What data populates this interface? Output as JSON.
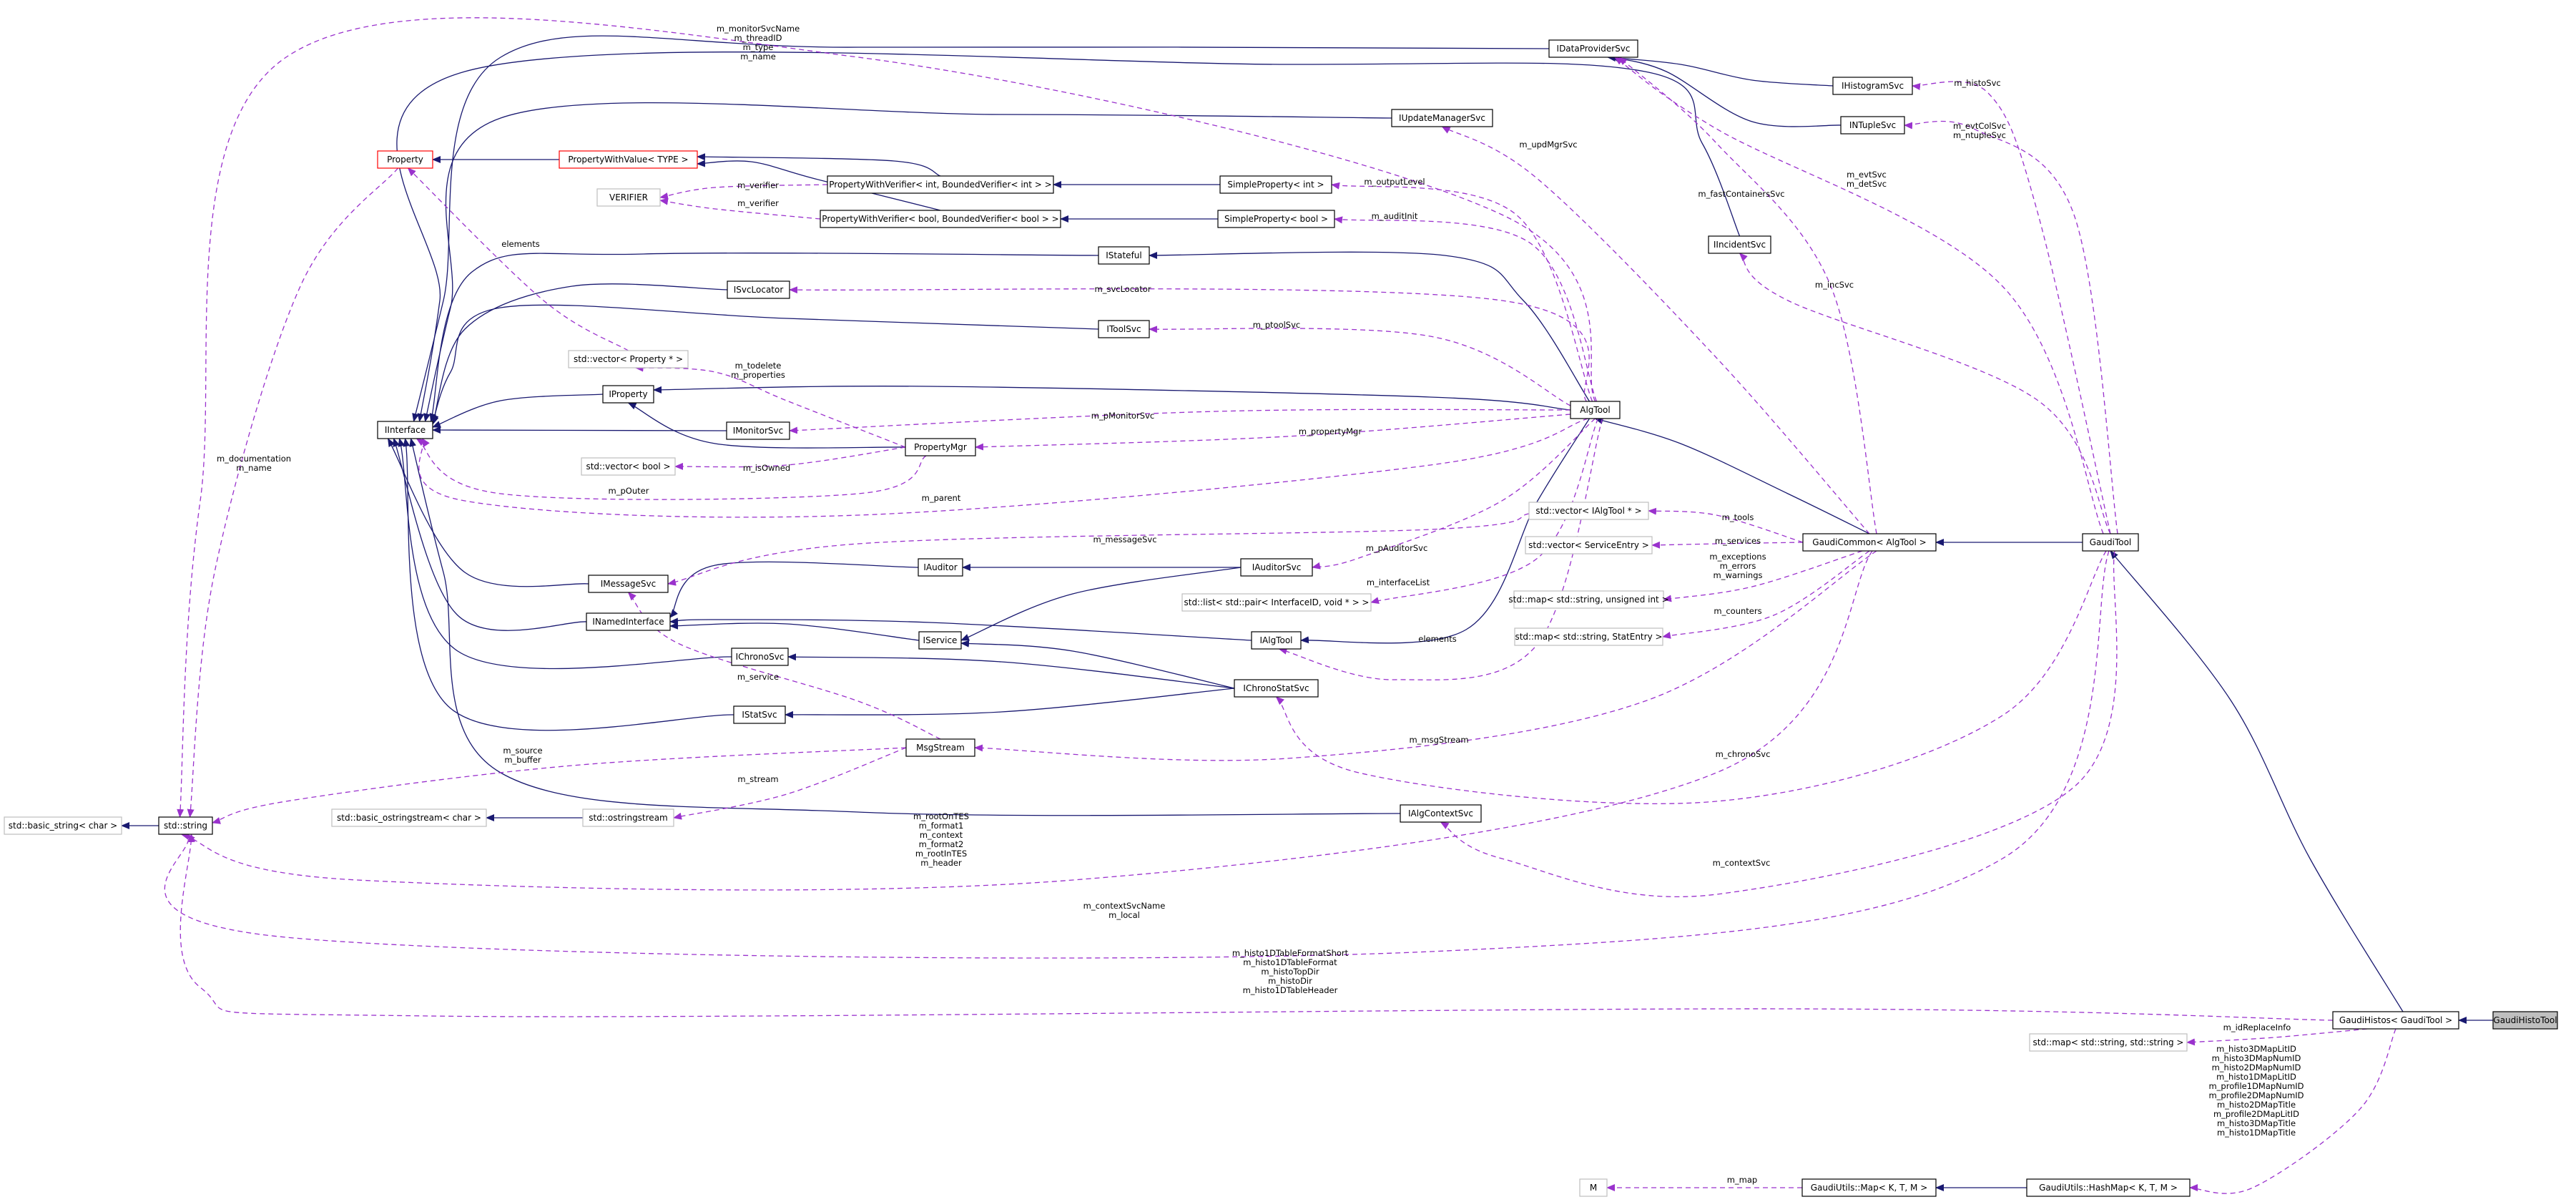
{
  "colors": {
    "inherit": "#191970",
    "usage": "#9a32cd",
    "node_border": "#000000",
    "template_border": "#bfbfbf",
    "undocumented_border": "#ff0000",
    "focus_fill": "#bfbfbf"
  },
  "nodes": [
    {
      "id": "GaudiHistoTool",
      "label": "GaudiHistoTool",
      "kind": "focus"
    },
    {
      "id": "GaudiHistos",
      "label": "GaudiHistos< GaudiTool >",
      "kind": "normal"
    },
    {
      "id": "GaudiTool",
      "label": "GaudiTool",
      "kind": "normal"
    },
    {
      "id": "GaudiCommon",
      "label": "GaudiCommon< AlgTool >",
      "kind": "normal"
    },
    {
      "id": "AlgTool",
      "label": "AlgTool",
      "kind": "normal"
    },
    {
      "id": "IDataProviderSvc",
      "label": "IDataProviderSvc",
      "kind": "normal"
    },
    {
      "id": "IHistogramSvc",
      "label": "IHistogramSvc",
      "kind": "normal"
    },
    {
      "id": "INTupleSvc",
      "label": "INTupleSvc",
      "kind": "normal"
    },
    {
      "id": "IIncidentSvc",
      "label": "IIncidentSvc",
      "kind": "normal"
    },
    {
      "id": "IUpdateManagerSvc",
      "label": "IUpdateManagerSvc",
      "kind": "normal"
    },
    {
      "id": "Property",
      "label": "Property",
      "kind": "undocumented"
    },
    {
      "id": "PropertyWithValue",
      "label": "PropertyWithValue< TYPE >",
      "kind": "undocumented"
    },
    {
      "id": "PWVint",
      "label": "PropertyWithVerifier< int, BoundedVerifier< int > >",
      "kind": "normal"
    },
    {
      "id": "PWVbool",
      "label": "PropertyWithVerifier< bool, BoundedVerifier< bool > >",
      "kind": "normal"
    },
    {
      "id": "SPint",
      "label": "SimpleProperty< int >",
      "kind": "normal"
    },
    {
      "id": "SPbool",
      "label": "SimpleProperty< bool >",
      "kind": "normal"
    },
    {
      "id": "VERIFIER",
      "label": "VERIFIER",
      "kind": "template"
    },
    {
      "id": "IStateful",
      "label": "IStateful",
      "kind": "normal"
    },
    {
      "id": "ISvcLocator",
      "label": "ISvcLocator",
      "kind": "normal"
    },
    {
      "id": "IToolSvc",
      "label": "IToolSvc",
      "kind": "normal"
    },
    {
      "id": "VecProp",
      "label": "std::vector< Property * >",
      "kind": "template"
    },
    {
      "id": "IProperty",
      "label": "IProperty",
      "kind": "normal"
    },
    {
      "id": "IInterface",
      "label": "IInterface",
      "kind": "normal"
    },
    {
      "id": "IMonitorSvc",
      "label": "IMonitorSvc",
      "kind": "normal"
    },
    {
      "id": "PropertyMgr",
      "label": "PropertyMgr",
      "kind": "normal"
    },
    {
      "id": "VecBool",
      "label": "std::vector< bool >",
      "kind": "template"
    },
    {
      "id": "IMessageSvc",
      "label": "IMessageSvc",
      "kind": "normal"
    },
    {
      "id": "IAuditor",
      "label": "IAuditor",
      "kind": "normal"
    },
    {
      "id": "IAuditorSvc",
      "label": "IAuditorSvc",
      "kind": "normal"
    },
    {
      "id": "INamedInterface",
      "label": "INamedInterface",
      "kind": "normal"
    },
    {
      "id": "IService",
      "label": "IService",
      "kind": "normal"
    },
    {
      "id": "IAlgTool",
      "label": "IAlgTool",
      "kind": "normal"
    },
    {
      "id": "ListPair",
      "label": "std::list< std::pair< InterfaceID, void * > >",
      "kind": "template"
    },
    {
      "id": "IChronoSvc",
      "label": "IChronoSvc",
      "kind": "normal"
    },
    {
      "id": "IChronoStatSvc",
      "label": "IChronoStatSvc",
      "kind": "normal"
    },
    {
      "id": "IStatSvc",
      "label": "IStatSvc",
      "kind": "normal"
    },
    {
      "id": "MsgStream",
      "label": "MsgStream",
      "kind": "normal"
    },
    {
      "id": "StdString",
      "label": "std::string",
      "kind": "normal"
    },
    {
      "id": "BasicString",
      "label": "std::basic_string< char >",
      "kind": "template"
    },
    {
      "id": "BasicOSS",
      "label": "std::basic_ostringstream< char >",
      "kind": "template"
    },
    {
      "id": "Ostringstream",
      "label": "std::ostringstream",
      "kind": "template"
    },
    {
      "id": "IAlgContextSvc",
      "label": "IAlgContextSvc",
      "kind": "normal"
    },
    {
      "id": "VecIAlgTool",
      "label": "std::vector< IAlgTool * >",
      "kind": "template"
    },
    {
      "id": "VecServiceEntry",
      "label": "std::vector< ServiceEntry >",
      "kind": "template"
    },
    {
      "id": "MapUint",
      "label": "std::map< std::string, unsigned int >",
      "kind": "template"
    },
    {
      "id": "MapStat",
      "label": "std::map< std::string, StatEntry >",
      "kind": "template"
    },
    {
      "id": "MapStr",
      "label": "std::map< std::string, std::string >",
      "kind": "template"
    },
    {
      "id": "M",
      "label": "M",
      "kind": "template"
    },
    {
      "id": "GUMap",
      "label": "GaudiUtils::Map< K, T, M >",
      "kind": "normal"
    },
    {
      "id": "GUHashMap",
      "label": "GaudiUtils::HashMap< K, T, M >",
      "kind": "normal"
    }
  ],
  "labels": {
    "l_monitorSvcName": "m_monitorSvcName\nm_threadID\nm_type\nm_name",
    "l_histoSvc": "m_histoSvc",
    "l_evtColSvc": "m_evtColSvc\nm_ntupleSvc",
    "l_updMgrSvc": "m_updMgrSvc",
    "l_evtSvc": "m_evtSvc\nm_detSvc",
    "l_fastContainersSvc": "m_fastContainersSvc",
    "l_outputLevel": "m_outputLevel",
    "l_verifier1": "m_verifier",
    "l_verifier2": "m_verifier",
    "l_auditInit": "m_auditInit",
    "l_elements1": "elements",
    "l_incSvc": "m_incSvc",
    "l_svcLocator": "m_svcLocator",
    "l_ptoolSvc": "m_ptoolSvc",
    "l_todelete": "m_todelete\nm_properties",
    "l_pMonitorSvc": "m_pMonitorSvc",
    "l_propertyMgr": "m_propertyMgr",
    "l_documentation": "m_documentation\nm_name",
    "l_isOwned": "m_isOwned",
    "l_pOuter": "m_pOuter",
    "l_parent": "m_parent",
    "l_tools": "m_tools",
    "l_services": "m_services",
    "l_messageSvc": "m_messageSvc",
    "l_pAuditorSvc": "m_pAuditorSvc",
    "l_exceptions": "m_exceptions\nm_errors\nm_warnings",
    "l_interfaceList": "m_interfaceList",
    "l_counters": "m_counters",
    "l_elements2": "elements",
    "l_service": "m_service",
    "l_msgStream": "m_msgStream",
    "l_chronoSvc": "m_chronoSvc",
    "l_source": "m_source\nm_buffer",
    "l_stream": "m_stream",
    "l_rootOnTES": "m_rootOnTES\nm_format1\nm_context\nm_format2\nm_rootInTES\nm_header",
    "l_contextSvc": "m_contextSvc",
    "l_contextSvcName": "m_contextSvcName\nm_local",
    "l_histo1DTable": "m_histo1DTableFormatShort\nm_histo1DTableFormat\nm_histoTopDir\nm_histoDir\nm_histo1DTableHeader",
    "l_idReplaceInfo": "m_idReplaceInfo",
    "l_histo3DMap": "m_histo3DMapLitID\nm_histo3DMapNumID\nm_histo2DMapNumID\nm_histo1DMapLitID\nm_profile1DMapNumID\nm_profile2DMapNumID\nm_histo2DMapTitle\nm_profile2DMapLitID\nm_histo3DMapTitle\nm_histo1DMapTitle",
    "l_map": "m_map"
  }
}
